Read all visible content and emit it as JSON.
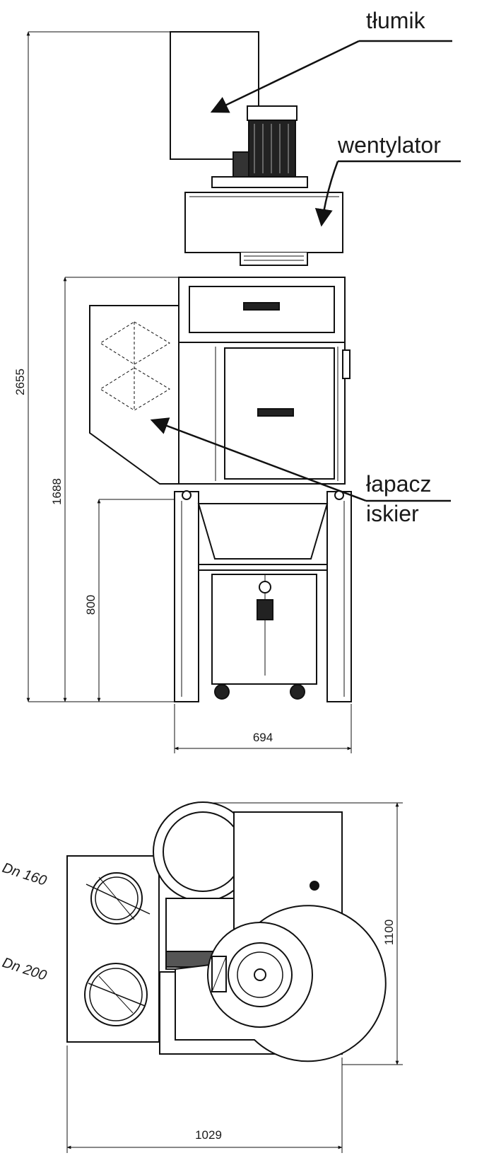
{
  "callouts": {
    "muffler": "tłumik",
    "fan": "wentylator",
    "spark_arrester_line1": "łapacz",
    "spark_arrester_line2": "iskier"
  },
  "dimensions": {
    "total_height": "2655",
    "housing_height": "1688",
    "leg_height": "800",
    "front_width": "694",
    "top_depth": "1100",
    "top_width": "1029"
  },
  "ports": {
    "inlet_small": "Dn 160",
    "inlet_large": "Dn 200"
  }
}
